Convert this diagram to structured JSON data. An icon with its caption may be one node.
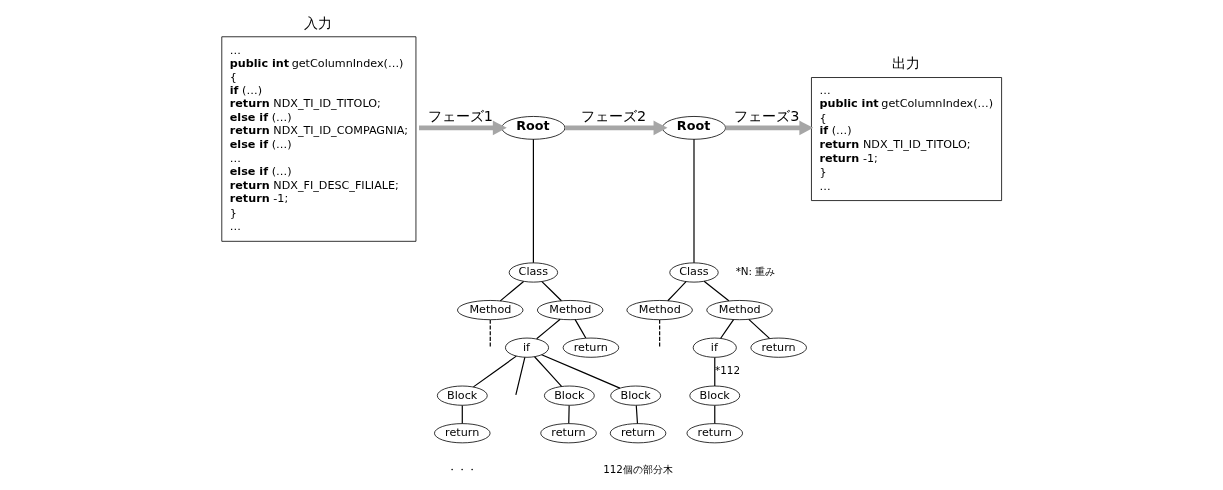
{
  "diagram": {
    "nodes": [
      {
        "text": [
          "入力",
          "…",
          "**public int** getColumnIndex(…)",
          "{",
          "**if** (…)",
          "**return** NDX_TI_ID_TITOLO;",
          "**else if** (…)",
          "**return** NDX_TI_ID_COMPAGNIA;",
          "**else if** (…)",
          "…",
          "**else if** (…)",
          "**return** NDX_FI_DESC_FILIALE;",
          "**return** -1;",
          "}",
          "…"
        ]
      },
      {
        "text": [
          "Root"
        ]
      },
      {
        "text": [
          "Class"
        ]
      },
      {
        "text": [
          "Method"
        ]
      },
      {
        "text": [
          "Method"
        ]
      },
      {
        "text": [
          "if"
        ]
      },
      {
        "text": [
          "return"
        ]
      },
      {
        "text": [
          "Block"
        ]
      },
      {
        "text": [
          "Block"
        ]
      },
      {
        "text": [
          "Block"
        ]
      },
      {
        "text": [
          "return"
        ]
      },
      {
        "text": [
          "return"
        ]
      },
      {
        "text": [
          "return"
        ]
      },
      {
        "text": [
          "Root"
        ]
      },
      {
        "text": [
          "Class"
        ]
      },
      {
        "text": [
          "Method"
        ]
      },
      {
        "text": [
          "Method"
        ]
      },
      {
        "text": [
          "if"
        ]
      },
      {
        "text": [
          "return"
        ]
      },
      {
        "text": [
          "Block"
        ]
      },
      {
        "text": [
          "return"
        ]
      },
      {
        "text": [
          "出力",
          "…",
          "**public int** getColumnIndex(…)",
          "{",
          "**if** (…)",
          "**return** NDX_TI_ID_TITOLO;",
          "**return** -1;",
          "}",
          "…"
        ]
      }
    ],
    "edges": [
      {
        "from": 1,
        "to": 2,
        "arrow": "none"
      },
      {
        "from": 2,
        "to": 3,
        "arrow": "none"
      },
      {
        "from": 2,
        "to": 4,
        "arrow": "none"
      },
      {
        "from": 3,
        "to": null,
        "arrow": "none",
        "style": "dashed"
      },
      {
        "from": 4,
        "to": 5,
        "arrow": "none"
      },
      {
        "from": 4,
        "to": 6,
        "arrow": "none"
      },
      {
        "from": 5,
        "to": 7,
        "arrow": "none"
      },
      {
        "from": 5,
        "to": 8,
        "arrow": "none"
      },
      {
        "from": 5,
        "to": null,
        "arrow": "none"
      },
      {
        "from": 5,
        "to": 9,
        "arrow": "none"
      },
      {
        "from": 7,
        "to": 10,
        "arrow": "none"
      },
      {
        "from": 8,
        "to": 11,
        "arrow": "none"
      },
      {
        "from": 9,
        "to": 12,
        "arrow": "none"
      },
      {
        "from": 13,
        "to": 14,
        "arrow": "none"
      },
      {
        "from": 14,
        "to": 15,
        "arrow": "none"
      },
      {
        "from": 14,
        "to": 16,
        "arrow": "none"
      },
      {
        "from": 15,
        "to": null,
        "arrow": "none",
        "style": "dashed"
      },
      {
        "from": 16,
        "to": 17,
        "arrow": "none"
      },
      {
        "from": 16,
        "to": 18,
        "arrow": "none"
      },
      {
        "from": 17,
        "to": 19,
        "arrow": "none",
        "label": "*112"
      },
      {
        "from": 19,
        "to": 20,
        "arrow": "none"
      },
      {
        "from": 0,
        "to": 1,
        "arrow": "to",
        "label": "フェーズ1",
        "style": "thick",
        "color": "#a6a6a6"
      },
      {
        "from": 1,
        "to": 13,
        "arrow": "to",
        "label": "フェーズ2",
        "style": "thick",
        "color": "#a6a6a6"
      },
      {
        "from": 13,
        "to": 21,
        "arrow": "to",
        "label": "フェーズ3",
        "style": "thick",
        "color": "#a6a6a6"
      }
    ],
    "labels": [
      "・・・",
      "112個の部分木",
      "*N: 重み"
    ]
  }
}
